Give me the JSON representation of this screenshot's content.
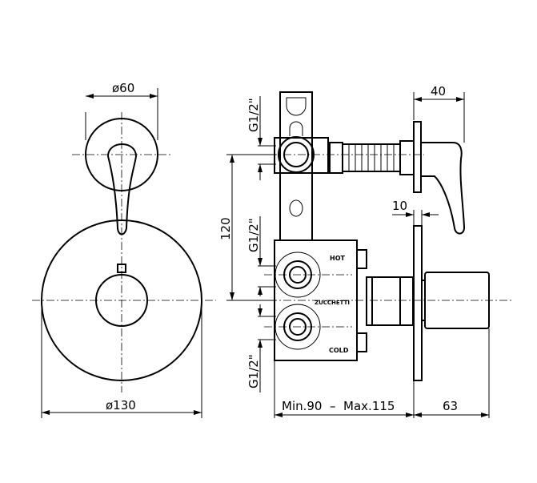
{
  "title": "Concealed thermostatic mixer technical drawing",
  "dimensions": {
    "small_plate_diameter": "ø60",
    "large_plate_diameter": "ø130",
    "handle_depth": "40",
    "plate_thickness": "10",
    "port_spacing": "120",
    "thread_top": "G1/2\"",
    "thread_middle": "G1/2\"",
    "thread_bottom": "G1/2\"",
    "install_depth": "Min.90  –  Max.115",
    "knob_depth": "63"
  },
  "labels": {
    "hot": "HOT",
    "brand": "ZUCCHETTI",
    "cold": "COLD"
  }
}
